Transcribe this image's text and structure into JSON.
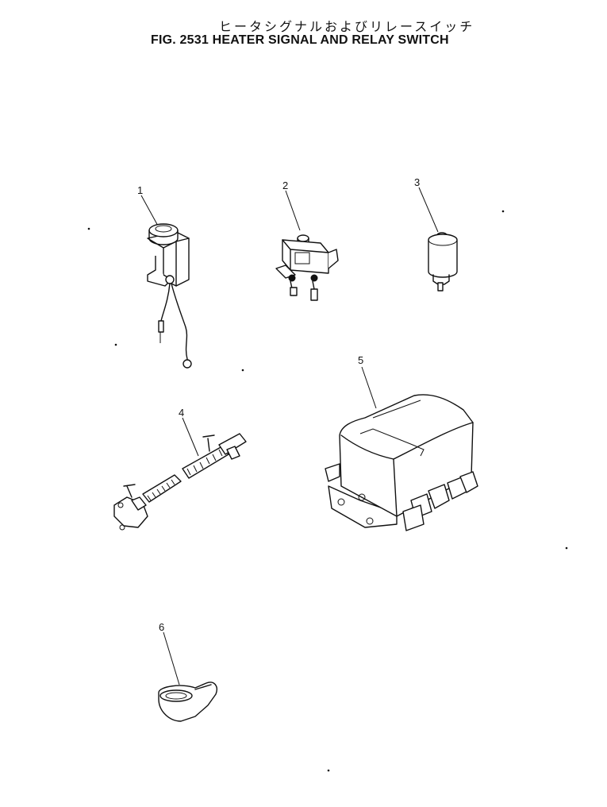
{
  "header": {
    "title_jp": "ヒータシグナルおよびリレースイッチ",
    "title_en": "FIG. 2531  HEATER SIGNAL AND RELAY SWITCH"
  },
  "callouts": [
    "1",
    "2",
    "3",
    "4",
    "5",
    "6"
  ],
  "colors": {
    "ink": "#111111",
    "paper": "#ffffff"
  }
}
